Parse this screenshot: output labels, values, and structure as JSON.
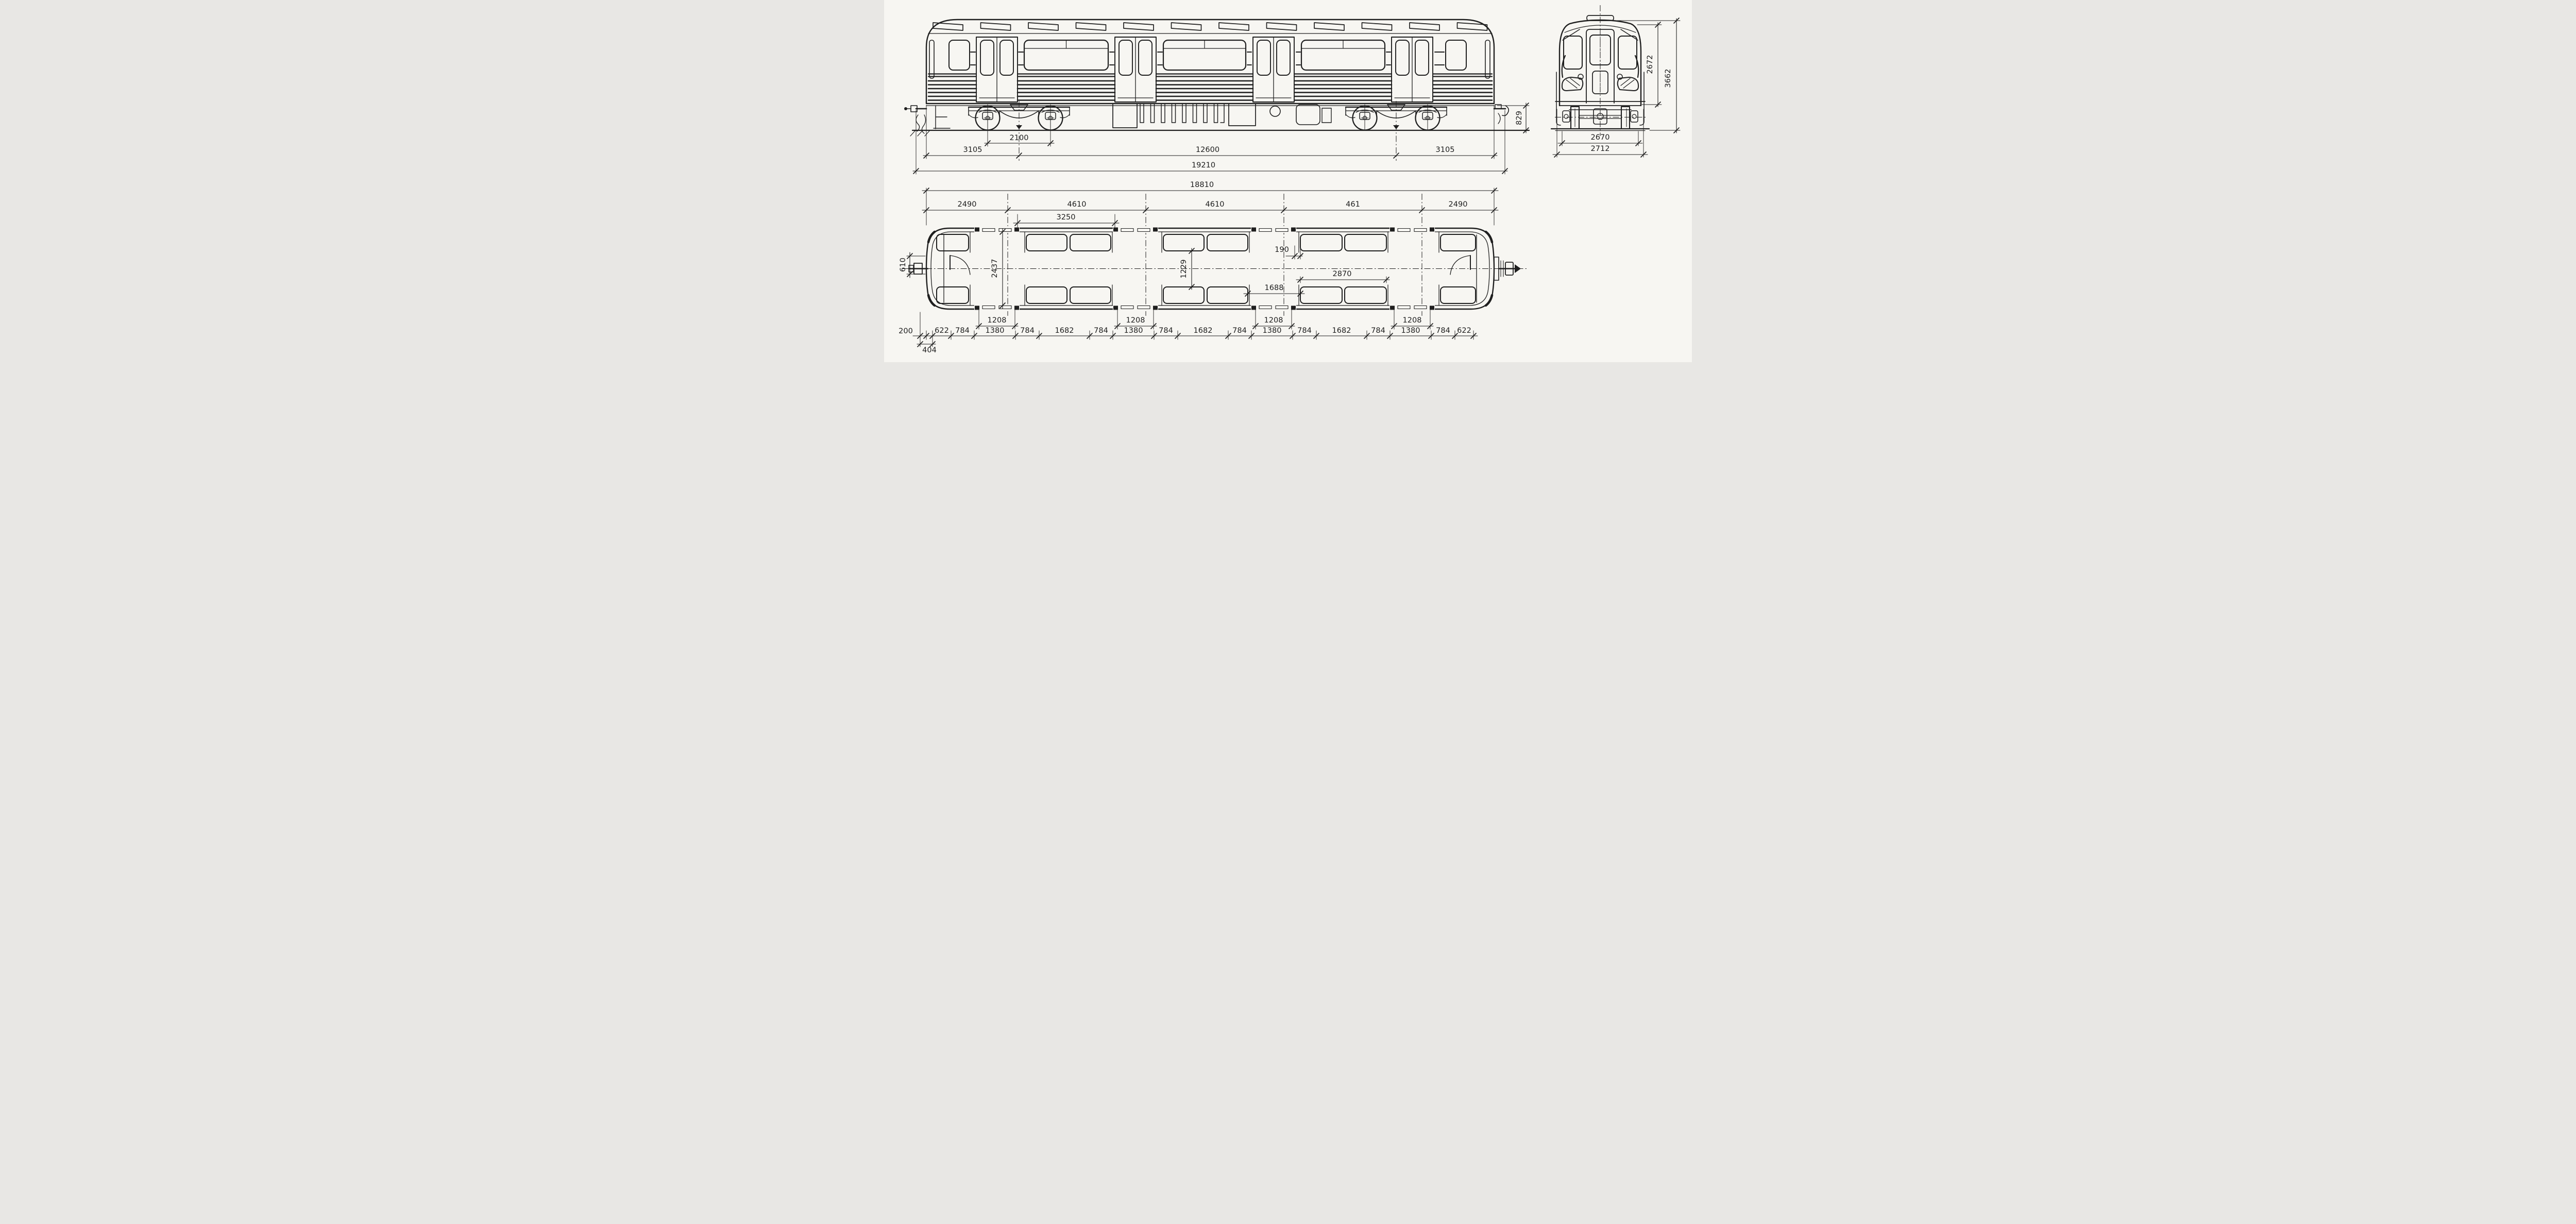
{
  "drawing": {
    "type": "railway-vehicle-general-arrangement",
    "views": [
      "side-elevation",
      "front-elevation",
      "plan-view"
    ],
    "units": "mm"
  },
  "side": {
    "wheelbase": "2100",
    "overhang_left": "3105",
    "bogie_distance": "12600",
    "overhang_right": "3105",
    "total_length": "19210",
    "floor_height": "829"
  },
  "front": {
    "interior_height": "2672",
    "overall_height": "3662",
    "width_body": "2670",
    "overall_width": "2712"
  },
  "plan": {
    "body_length": "18810",
    "top_chain": [
      "2490",
      "4610",
      "4610",
      "461",
      "2490"
    ],
    "window_bay": "3250",
    "coupler_width": "610",
    "interior_width": "2437",
    "aisle_width": "1229",
    "seat_clearance": "190",
    "seat_length": "2870",
    "door_bay": "1688",
    "door_clear_width": "1208",
    "bottom_chain": [
      "200",
      "404",
      "622",
      "784",
      "1380",
      "784",
      "1682",
      "784",
      "1380",
      "784",
      "1682",
      "784",
      "1380",
      "784",
      "1682",
      "784",
      "1380",
      "784",
      "622"
    ]
  }
}
